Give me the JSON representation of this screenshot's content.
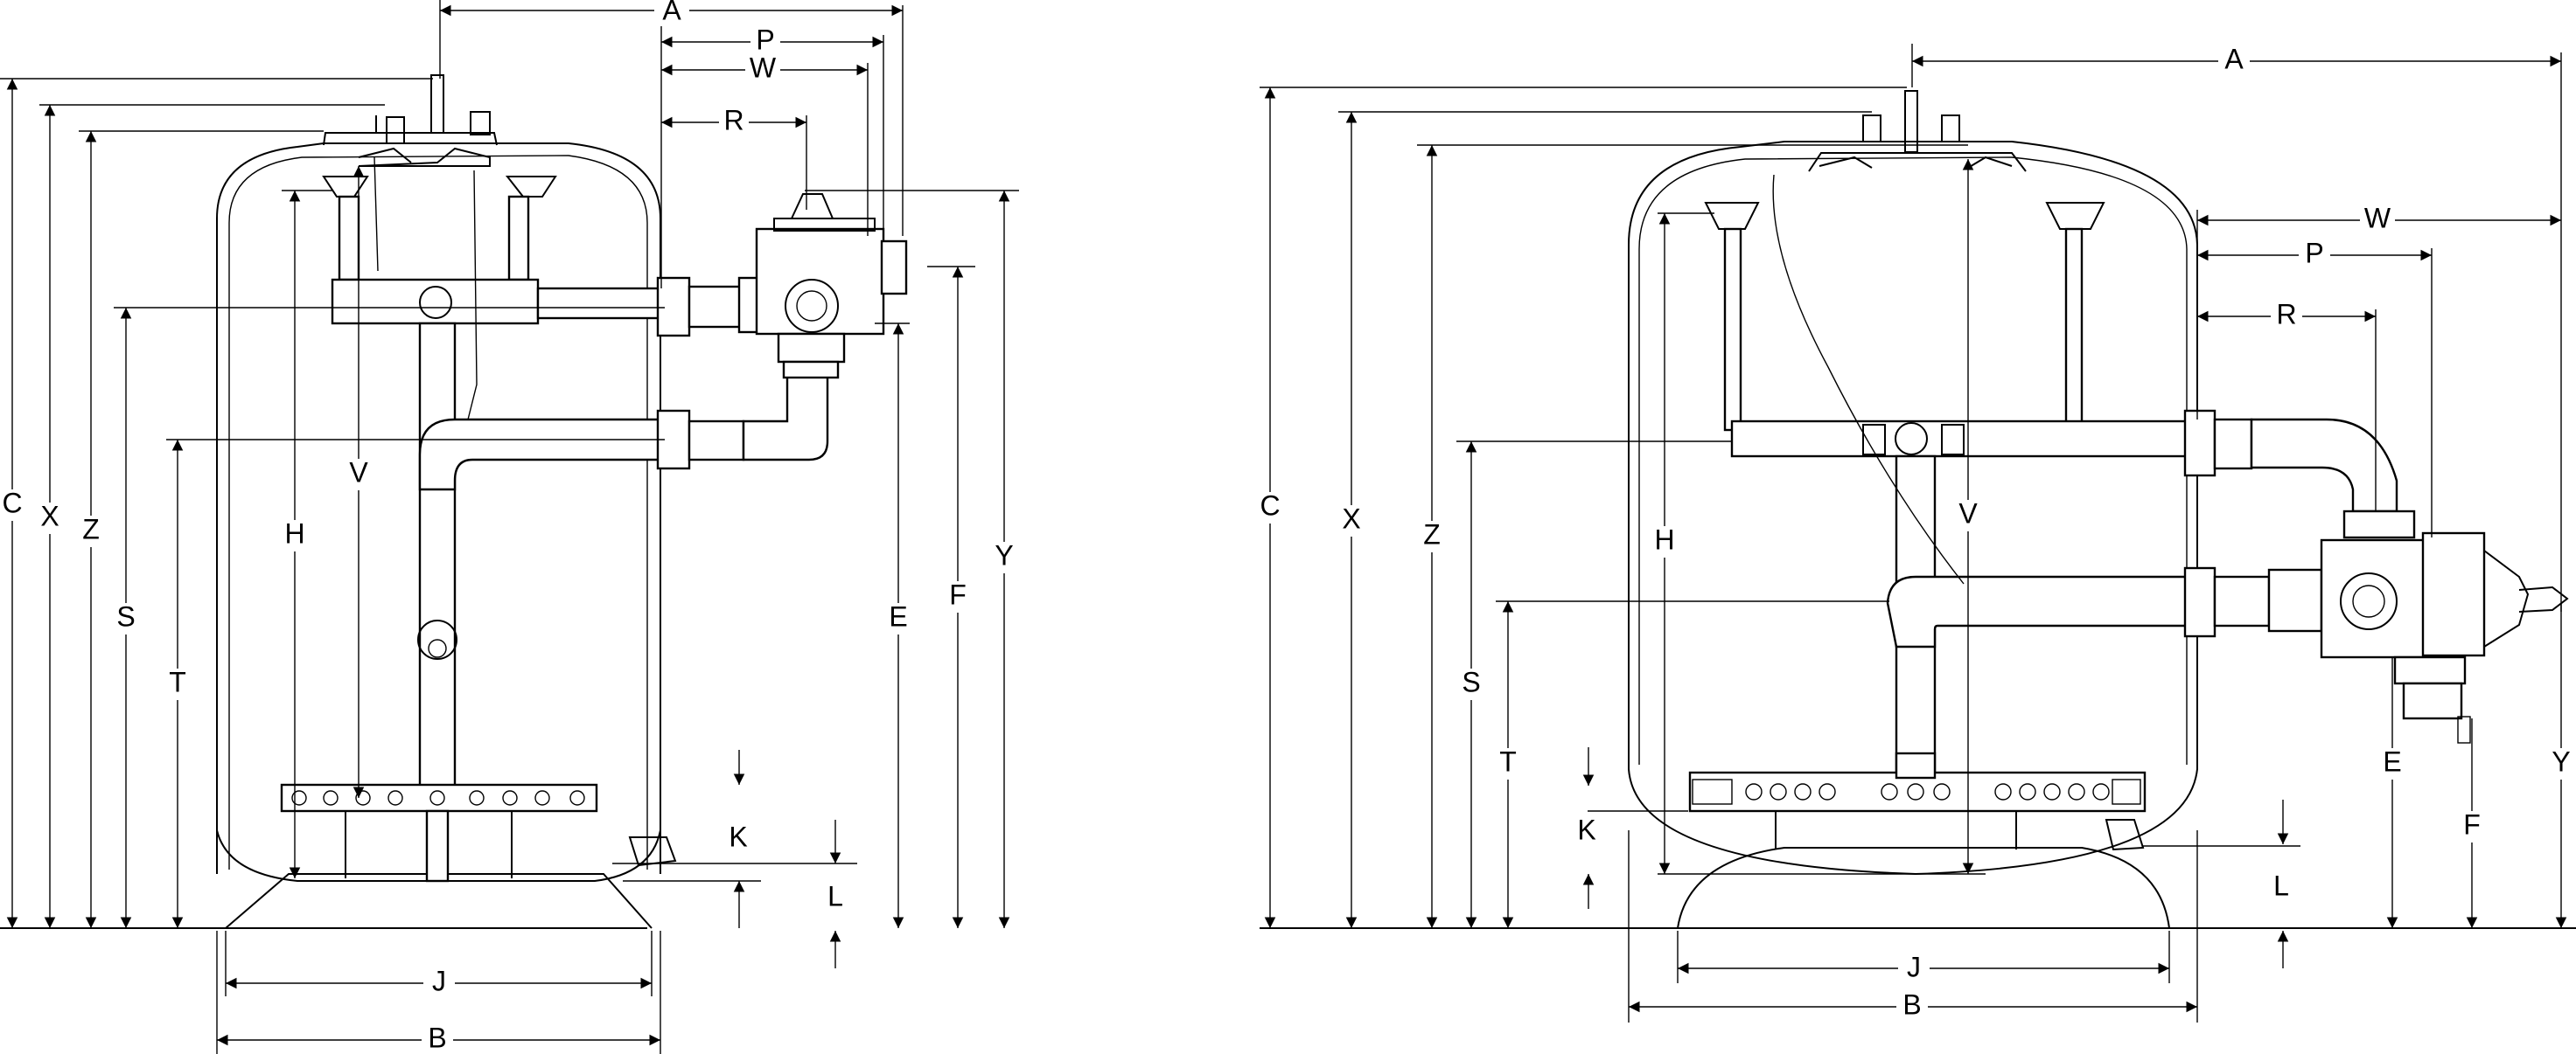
{
  "figures": [
    {
      "id": "top-mount",
      "labels": {
        "A": "A",
        "P": "P",
        "W": "W",
        "R": "R",
        "C": "C",
        "X": "X",
        "Z": "Z",
        "S": "S",
        "T": "T",
        "H": "H",
        "V": "V",
        "E": "E",
        "F": "F",
        "Y": "Y",
        "K": "K",
        "L": "L",
        "J": "J",
        "B": "B"
      }
    },
    {
      "id": "side-mount",
      "labels": {
        "A": "A",
        "W": "W",
        "P": "P",
        "R": "R",
        "C": "C",
        "X": "X",
        "Z": "Z",
        "S": "S",
        "T": "T",
        "H": "H",
        "V": "V",
        "E": "E",
        "F": "F",
        "Y": "Y",
        "K": "K",
        "L": "L",
        "J": "J",
        "B": "B"
      }
    }
  ]
}
